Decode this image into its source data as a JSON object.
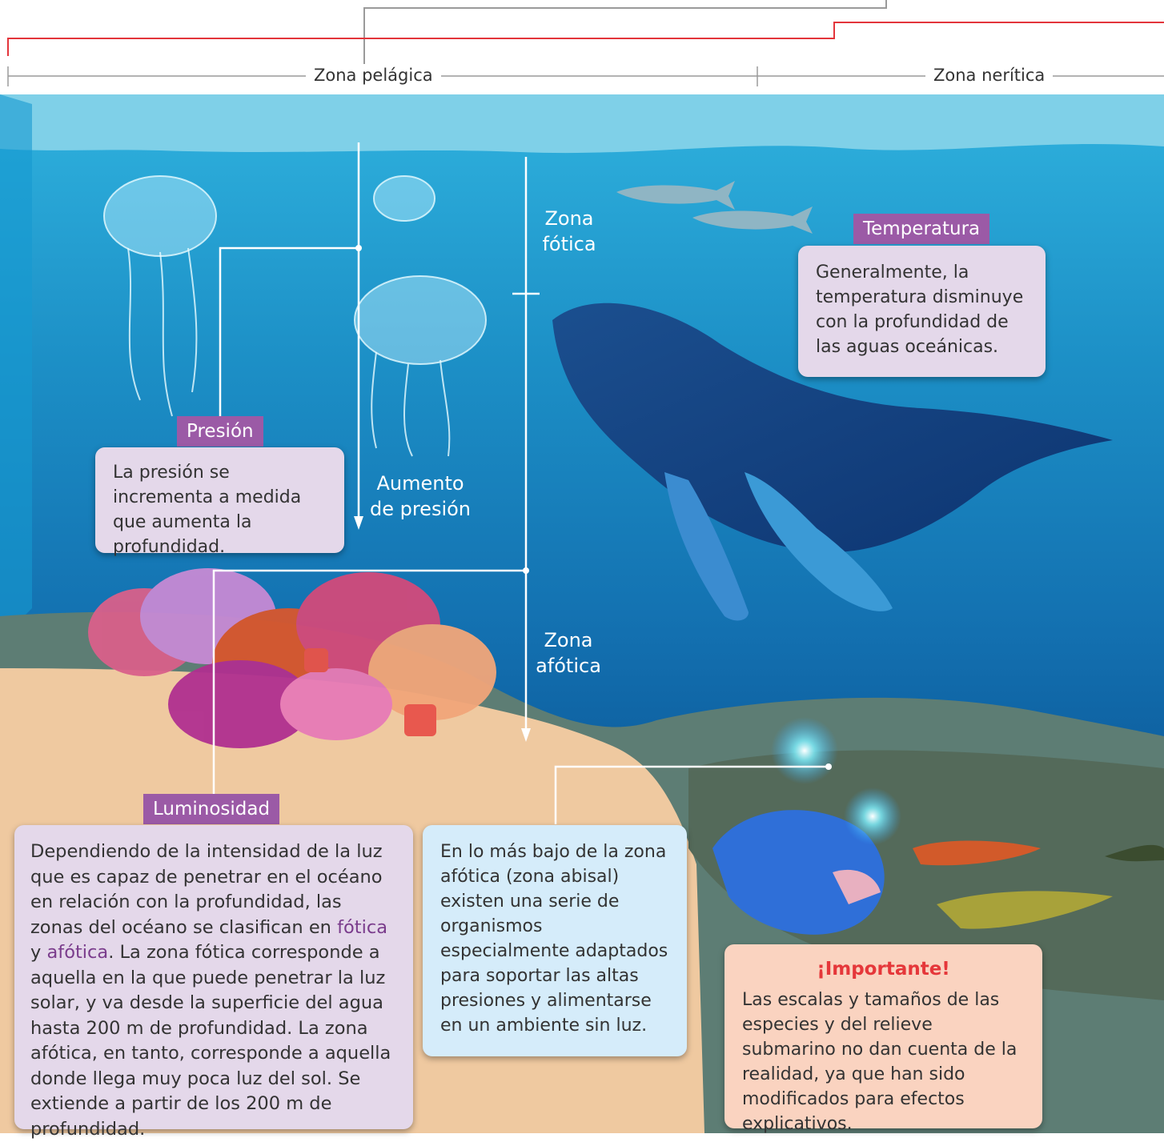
{
  "header": {
    "zona_pelagica": "Zona pelágica",
    "zona_neritica": "Zona nerítica"
  },
  "zones": {
    "fotica": [
      "Zona",
      "fótica"
    ],
    "afotica": [
      "Zona",
      "afótica"
    ],
    "aumento": [
      "Aumento",
      "de presión"
    ]
  },
  "temperatura": {
    "tag": "Temperatura",
    "text": "Generalmente, la temperatura disminuye con la profundidad de las aguas oceánicas."
  },
  "presion": {
    "tag": "Presión",
    "text": "La presión se incrementa a medida que aumenta la profundidad."
  },
  "luminosidad": {
    "tag": "Luminosidad",
    "text_before": "Dependiendo de la intensidad de la luz que es capaz de penetrar en el océano en relación con la profundidad, las zonas del océano se clasifican en",
    "kw1": "fótica",
    "conj": "y",
    "kw2": "afótica",
    "text_after": ". La zona fótica corresponde a aquella en la que puede penetrar la luz solar, y va desde la superficie del agua hasta 200 m de profundidad. La zona afótica, en tanto, corresponde a aquella donde llega muy poca luz del sol. Se extiende a partir de los 200 m de profundidad."
  },
  "abisal": {
    "text": "En lo más bajo de la zona afótica (zona abisal) existen una serie de organismos especialmente adaptados para soportar las altas presiones y alimentarse en un ambiente sin luz."
  },
  "importante": {
    "title": "¡Importante!",
    "text": "Las escalas y tamaños de las especies y del relieve submarino no dan cuenta de la realidad, ya que han sido modificados para efectos explicativos."
  },
  "colors": {
    "water_surface": "#7fd0e8",
    "water_deep": "#0a5a9c",
    "sand": "#efc9a0",
    "tag_purple": "#9b5aa6",
    "box_lavender": "#e4d8ea",
    "box_blue": "#d5ecfa",
    "box_peach": "#fad3c0",
    "important_red": "#e5373a",
    "header_red": "#e3353b"
  }
}
